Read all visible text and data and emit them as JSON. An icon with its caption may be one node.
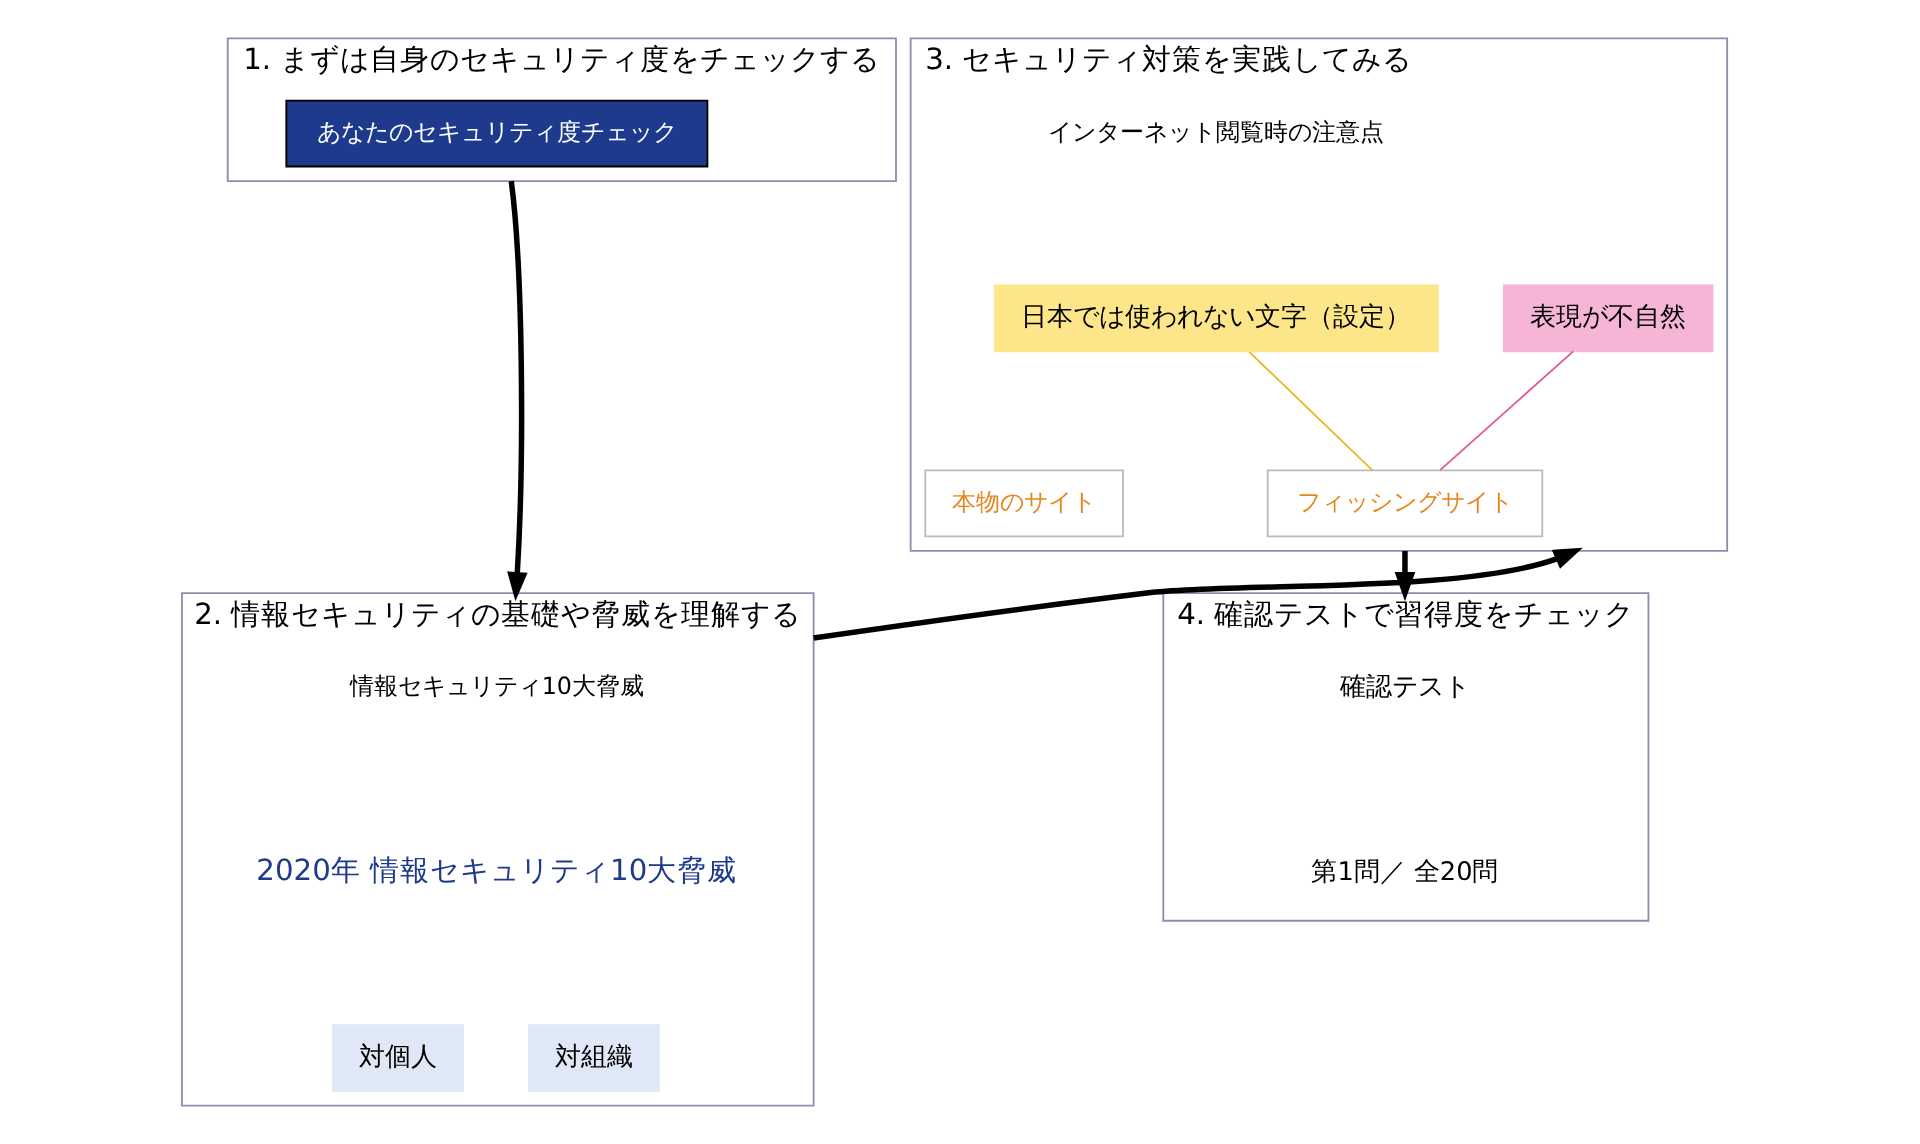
{
  "diagram": {
    "nodes": [
      {
        "text": [
          "1. まずは自身のセキュリティ度をチェックする"
        ]
      },
      {
        "text": [
          "あなたのセキュリティ度チェック"
        ],
        "in": 0
      },
      {
        "text": [
          "3. セキュリティ対策を実践してみる"
        ]
      },
      {
        "text": [
          "インターネット閲覧時の注意点"
        ],
        "in": 2
      },
      {
        "text": [
          "本物のサイト"
        ],
        "in": 2
      },
      {
        "text": [
          "フィッシングサイト"
        ],
        "in": 2
      },
      {
        "text": [
          "日本では使われない文字（設定）"
        ],
        "in": 2
      },
      {
        "text": [
          "表現が不自然"
        ],
        "in": 2
      },
      {
        "text": [
          "2. 情報セキュリティの基礎や脅威を理解する"
        ]
      },
      {
        "text": [
          "情報セキュリティ10大脅威"
        ],
        "in": 8
      },
      {
        "text": [
          "2020年 情報セキュリティ10大脅威"
        ],
        "in": 8
      },
      {
        "text": [
          "対個人"
        ],
        "in": 8
      },
      {
        "text": [
          "対組織"
        ],
        "in": 8
      },
      {
        "text": [
          "4. 確認テストで習得度をチェック"
        ]
      },
      {
        "text": [
          "確認テスト"
        ],
        "in": 13
      },
      {
        "text": [
          "第1問／ 全20問"
        ],
        "in": 13
      }
    ],
    "edges": [
      {
        "from": 0,
        "to": 8,
        "arrow": "to"
      },
      {
        "from": 8,
        "to": 2,
        "arrow": "to"
      },
      {
        "from": 2,
        "to": 13,
        "arrow": "to"
      },
      {
        "from": 6,
        "to": 5,
        "arrow": "none",
        "color": "#e8b820"
      },
      {
        "from": 7,
        "to": 5,
        "arrow": "none",
        "color": "#e05a9a"
      }
    ]
  }
}
